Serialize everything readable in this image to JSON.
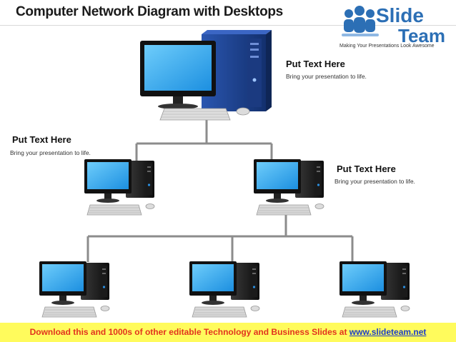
{
  "header": {
    "title": "Computer Network Diagram with Desktops"
  },
  "logo": {
    "word1": "Slide",
    "word2": "Team",
    "tagline": "Making Your Presentations Look Awesome"
  },
  "labels": [
    {
      "title": "Put Text Here",
      "subtitle": "Bring your presentation to life."
    },
    {
      "title": "Put Text Here",
      "subtitle": "Bring your presentation to life."
    },
    {
      "title": "Put Text Here",
      "subtitle": "Bring your presentation to life."
    }
  ],
  "footer": {
    "text": "Download this and 1000s of other editable Technology and Business Slides at ",
    "link": "www.slideteam.net"
  },
  "colors": {
    "connector": "#8c8c8c",
    "tower": "#1e3f8a",
    "screen": "#29a7f0",
    "footer_bg": "#fffb5c",
    "footer_text": "#e2331e"
  }
}
